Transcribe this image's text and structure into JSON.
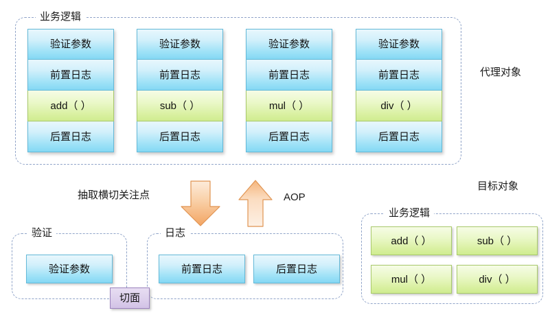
{
  "diagram": {
    "proxy_section": {
      "group_title": "业务逻辑",
      "side_label": "代理对象",
      "columns": [
        {
          "rows": [
            {
              "label": "验证参数",
              "kind": "blue"
            },
            {
              "label": "前置日志",
              "kind": "blue"
            },
            {
              "label": "add（ ）",
              "kind": "green"
            },
            {
              "label": "后置日志",
              "kind": "blue"
            }
          ]
        },
        {
          "rows": [
            {
              "label": "验证参数",
              "kind": "blue"
            },
            {
              "label": "前置日志",
              "kind": "blue"
            },
            {
              "label": "sub（ ）",
              "kind": "green"
            },
            {
              "label": "后置日志",
              "kind": "blue"
            }
          ]
        },
        {
          "rows": [
            {
              "label": "验证参数",
              "kind": "blue"
            },
            {
              "label": "前置日志",
              "kind": "blue"
            },
            {
              "label": "mul（ ）",
              "kind": "green"
            },
            {
              "label": "后置日志",
              "kind": "blue"
            }
          ]
        },
        {
          "rows": [
            {
              "label": "验证参数",
              "kind": "blue"
            },
            {
              "label": "前置日志",
              "kind": "blue"
            },
            {
              "label": "div（ ）",
              "kind": "green"
            },
            {
              "label": "后置日志",
              "kind": "blue"
            }
          ]
        }
      ]
    },
    "middle": {
      "extract_label": "抽取横切关注点",
      "aop_label": "AOP",
      "down_arrow_name": "down-arrow-icon",
      "up_arrow_name": "up-arrow-icon",
      "arrow_color": "#f2a765",
      "arrow_fill_light": "#fdebd9"
    },
    "aspect_section": {
      "validate_group_title": "验证",
      "log_group_title": "日志",
      "aspect_badge": "切面",
      "validate_items": [
        {
          "label": "验证参数",
          "kind": "blue"
        }
      ],
      "log_items": [
        {
          "label": "前置日志",
          "kind": "blue"
        },
        {
          "label": "后置日志",
          "kind": "blue"
        }
      ]
    },
    "target_section": {
      "side_label": "目标对象",
      "group_title": "业务逻辑",
      "methods": [
        {
          "label": "add（ ）",
          "kind": "green"
        },
        {
          "label": "sub（ ）",
          "kind": "green"
        },
        {
          "label": "mul（ ）",
          "kind": "green"
        },
        {
          "label": "div（ ）",
          "kind": "green"
        }
      ]
    },
    "colors": {
      "dashed_border": "#8fa3c8",
      "blue_top": "#e8f7fd",
      "blue_bottom": "#84d8f4",
      "blue_border": "#63b9d8",
      "green_top": "#f6fce6",
      "green_bottom": "#cfec90",
      "green_border": "#a8c96a",
      "badge_bg": "#ddd0ec",
      "badge_border": "#9b82bd",
      "arrow_border": "#e09452",
      "background": "#ffffff"
    }
  }
}
